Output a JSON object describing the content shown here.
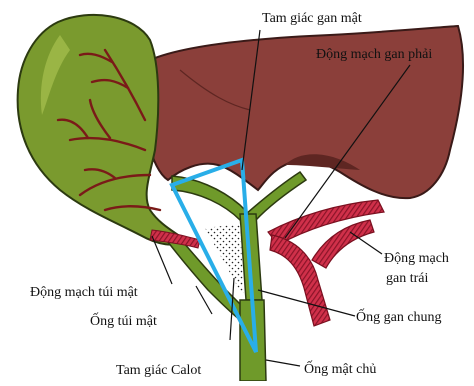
{
  "labels": {
    "triangle_hepatobiliary": "Tam giác gan mật",
    "right_hepatic_artery": "Động mạch gan phải",
    "left_hepatic_artery_line1": "Động mạch",
    "left_hepatic_artery_line2": "gan trái",
    "cystic_artery": "Động mạch túi mật",
    "cystic_duct": "Ống túi mật",
    "calot_triangle": "Tam giác Calot",
    "common_hepatic_duct": "Ống gan chung",
    "common_bile_duct": "Ống mật chủ"
  },
  "colors": {
    "liver": "#8b3f3a",
    "liver_outline": "#3a1a18",
    "gallbladder": "#7a9a2e",
    "gallbladder_light": "#a8c050",
    "bile_duct": "#6f9a2a",
    "artery": "#d0304a",
    "artery_stripe": "#7a1020",
    "gb_vessels": "#7a1a18",
    "triangle_outline": "#29aee8",
    "leader_line": "#111111"
  }
}
